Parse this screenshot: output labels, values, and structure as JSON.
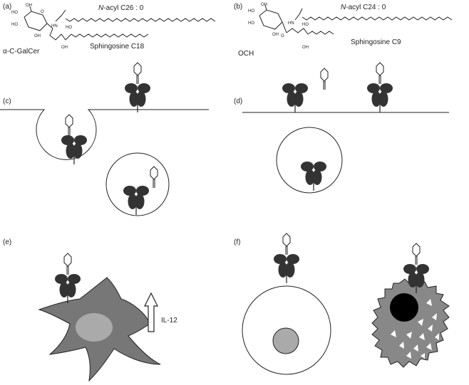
{
  "panels": {
    "a": {
      "letter": "(a)",
      "acyl_prefix": "N",
      "acyl_suffix": "-acyl C26 : 0",
      "base_label": "Sphingosine C18",
      "compound": "α-C-GalCer",
      "nh": "HN",
      "ho": "HO",
      "oh_top": "OH",
      "oh_bottom": "OH",
      "ring_ho1": "HO",
      "ring_ho2": "HO",
      "ring_oh": "OH",
      "ring_o": "O"
    },
    "b": {
      "letter": "(b)",
      "acyl_prefix": "N",
      "acyl_suffix": "-acyl C24 : 0",
      "base_label": "Sphingosine C9",
      "compound": "OCH",
      "nh": "HN",
      "ho": "HO",
      "oh_top": "OH",
      "oh_bottom": "OH",
      "ring_ho1": "HO",
      "ring_ho2": "HO",
      "ring_oh": "OH",
      "ring_o": "O"
    },
    "c": {
      "letter": "(c)"
    },
    "d": {
      "letter": "(d)"
    },
    "e": {
      "letter": "(e)",
      "arrow_label": "IL-12"
    },
    "f": {
      "letter": "(f)"
    }
  },
  "colors": {
    "receptor": "#333333",
    "cell_body": "#777777",
    "nucleus_light": "#aaaaaa",
    "nucleus_dark": "#000000",
    "apoptotic": "#888888",
    "line": "#222222"
  }
}
